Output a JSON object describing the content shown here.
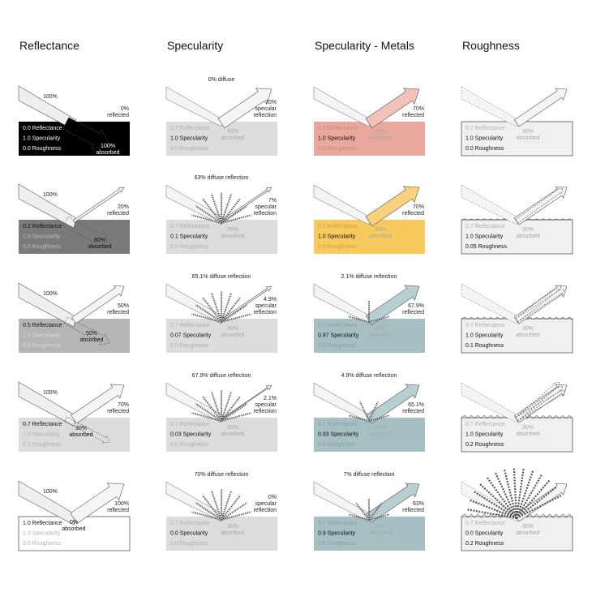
{
  "columns": [
    {
      "title": "Reflectance",
      "panels": [
        {
          "box": "#000000",
          "lines": [
            "0.0 Reflectance",
            "1.0 Specularity",
            "0.0 Roughness"
          ],
          "lineColors": [
            "#ffffff",
            "#ffffff",
            "#ffffff"
          ],
          "incoming": "100%",
          "reflected": [
            "0%",
            "reflected"
          ],
          "absorbed": [
            "100%",
            "absorbed"
          ]
        },
        {
          "box": "#7a7a7a",
          "lines": [
            "0.2 Reflectance",
            "1.0 Specularity",
            "0.0 Roughness"
          ],
          "lineColors": [
            "#111111",
            "#bdbdbd",
            "#bdbdbd"
          ],
          "incoming": "100%",
          "reflected": [
            "20%",
            "reflected"
          ],
          "absorbed": [
            "80%",
            "absorbed"
          ]
        },
        {
          "box": "#b5b5b5",
          "lines": [
            "0.5 Reflectance",
            "1.0 Specularity",
            "0.0 Roughness"
          ],
          "lineColors": [
            "#111111",
            "#d8d8d8",
            "#d8d8d8"
          ],
          "incoming": "100%",
          "reflected": [
            "50%",
            "reflected"
          ],
          "absorbed": [
            "50%",
            "absorbed"
          ]
        },
        {
          "box": "#dcdcdc",
          "lines": [
            "0.7 Reflectance",
            "1.0 Specularity",
            "0.0 Roughness"
          ],
          "lineColors": [
            "#111111",
            "#b0b0b0",
            "#b0b0b0"
          ],
          "incoming": "100%",
          "reflected": [
            "70%",
            "reflected"
          ],
          "absorbed": [
            "30%",
            "absorbed"
          ]
        },
        {
          "box": "#ffffff",
          "lines": [
            "1.0 Reflectance",
            "1.0 Specularity",
            "0.0 Roughness"
          ],
          "lineColors": [
            "#111111",
            "#b0b0b0",
            "#b0b0b0"
          ],
          "incoming": "100%",
          "reflected": [
            "100%",
            "reflected"
          ],
          "absorbed": [
            "0%",
            "absorbed"
          ]
        }
      ]
    },
    {
      "title": "Specularity",
      "panels": [
        {
          "box": "#dcdcdc",
          "lines": [
            "0.7 Reflectance",
            "1.0 Specularity",
            "0.0 Roughness"
          ],
          "lineColors": [
            "#b0b0b0",
            "#111111",
            "#b0b0b0"
          ],
          "top": "0% diffuse",
          "reflected": [
            "70%",
            "specular",
            "reflection"
          ],
          "absorbed": [
            "30%",
            "absorbed"
          ],
          "rays": 0
        },
        {
          "box": "#dcdcdc",
          "lines": [
            "0.7 Reflectance",
            "0.1 Specularity",
            "0.0 Roughness"
          ],
          "lineColors": [
            "#b0b0b0",
            "#111111",
            "#b0b0b0"
          ],
          "top": "63% diffuse reflection",
          "reflected": [
            "7%",
            "specular",
            "reflection"
          ],
          "absorbed": [
            "30%",
            "absorbed"
          ],
          "rays": 9
        },
        {
          "box": "#dcdcdc",
          "lines": [
            "0.7 Reflectance",
            "0.07 Specularity",
            "0.0 Roughness"
          ],
          "lineColors": [
            "#b0b0b0",
            "#111111",
            "#b0b0b0"
          ],
          "top": "65.1% diffuse reflection",
          "reflected": [
            "4.9%",
            "specular",
            "reflection"
          ],
          "absorbed": [
            "30%",
            "absorbed"
          ],
          "rays": 9
        },
        {
          "box": "#dcdcdc",
          "lines": [
            "0.7 Reflectance",
            "0.03 Specularity",
            "0.0 Roughness"
          ],
          "lineColors": [
            "#b0b0b0",
            "#111111",
            "#b0b0b0"
          ],
          "top": "67.9% diffuse reflection",
          "reflected": [
            "2.1%",
            "specular",
            "reflection"
          ],
          "absorbed": [
            "30%",
            "absorbed"
          ],
          "rays": 9
        },
        {
          "box": "#dcdcdc",
          "lines": [
            "0.7 Reflectance",
            "0.0 Specularity",
            "0.0 Roughness"
          ],
          "lineColors": [
            "#b0b0b0",
            "#111111",
            "#b0b0b0"
          ],
          "top": "70% diffuse reflection",
          "reflected": [
            "0%",
            "specular",
            "reflection"
          ],
          "absorbed": [
            "30%",
            "absorbed"
          ],
          "rays": 9
        }
      ]
    },
    {
      "title": "Specularity - Metals",
      "panels": [
        {
          "box": "#eaa79d",
          "lines": [
            "0.7 Reflectance",
            "1.0 Specularity",
            "0.0 Roughness"
          ],
          "lineColors": [
            "#c98a80",
            "#111111",
            "#c98a80"
          ],
          "reflected": [
            "70%",
            "reflected"
          ],
          "absorbed": [
            "30%",
            "absorbed"
          ],
          "arrowFill": "#f2c2ba",
          "rays": 0
        },
        {
          "box": "#f8c95c",
          "lines": [
            "0.7 Reflectance",
            "1.0 Specularity",
            "0.0 Roughness"
          ],
          "lineColors": [
            "#caa246",
            "#111111",
            "#caa246"
          ],
          "reflected": [
            "70%",
            "reflected"
          ],
          "absorbed": [
            "30%",
            "absorbed"
          ],
          "arrowFill": "#f8d27c",
          "rays": 0
        },
        {
          "box": "#a5bfc2",
          "lines": [
            "0.7 Reflectance",
            "0.97 Specularity",
            "0.0 Roughness"
          ],
          "lineColors": [
            "#8aa3a6",
            "#111111",
            "#8aa3a6"
          ],
          "top": "2.1% diffuse reflection",
          "reflected": [
            "67.9%",
            "reflected"
          ],
          "absorbed": [
            "30%",
            "absorbed"
          ],
          "arrowFill": "#b8cfd2",
          "rays": 3
        },
        {
          "box": "#a5bfc2",
          "lines": [
            "0.7 Reflectance",
            "0.93 Specularity",
            "0.0 Roughness"
          ],
          "lineColors": [
            "#8aa3a6",
            "#111111",
            "#8aa3a6"
          ],
          "top": "4.9% diffuse reflection",
          "reflected": [
            "65.1%",
            "reflected"
          ],
          "absorbed": [
            "30%",
            "absorbed"
          ],
          "arrowFill": "#b8cfd2",
          "rays": 4
        },
        {
          "box": "#a5bfc2",
          "lines": [
            "0.7 Reflectance",
            "0.9 Specularity",
            "0.0 Roughness"
          ],
          "lineColors": [
            "#8aa3a6",
            "#111111",
            "#8aa3a6"
          ],
          "top": "7% diffuse reflection",
          "reflected": [
            "63%",
            "reflected"
          ],
          "absorbed": [
            "30%",
            "absorbed"
          ],
          "arrowFill": "#b8cfd2",
          "rays": 5
        }
      ]
    },
    {
      "title": "Roughness",
      "panels": [
        {
          "box": "#f0f0f0",
          "lines": [
            "0.7 Reflectance",
            "1.0 Specularity",
            "0.0 Roughness"
          ],
          "lineColors": [
            "#b0b0b0",
            "#111111",
            "#111111"
          ],
          "absorbed": [
            "30%",
            "absorbed"
          ],
          "rough": 0
        },
        {
          "box": "#f0f0f0",
          "lines": [
            "0.7 Reflectance",
            "1.0 Specularity",
            "0.05 Roughness"
          ],
          "lineColors": [
            "#b0b0b0",
            "#111111",
            "#111111"
          ],
          "absorbed": [
            "30%",
            "absorbed"
          ],
          "rough": 1
        },
        {
          "box": "#f0f0f0",
          "lines": [
            "0.7 Reflectance",
            "1.0 Specularity",
            "0.1 Roughness"
          ],
          "lineColors": [
            "#b0b0b0",
            "#111111",
            "#111111"
          ],
          "absorbed": [
            "30%",
            "absorbed"
          ],
          "rough": 2
        },
        {
          "box": "#f0f0f0",
          "lines": [
            "0.7 Reflectance",
            "1.0 Specularity",
            "0.2 Roughness"
          ],
          "lineColors": [
            "#b0b0b0",
            "#111111",
            "#111111"
          ],
          "absorbed": [
            "30%",
            "absorbed"
          ],
          "rough": 3
        },
        {
          "box": "#f0f0f0",
          "lines": [
            "0.7 Reflectance",
            "0.0 Specularity",
            "0.2 Roughness"
          ],
          "lineColors": [
            "#b0b0b0",
            "#111111",
            "#111111"
          ],
          "absorbed": [
            "30%",
            "absorbed"
          ],
          "rough": 4
        }
      ]
    }
  ]
}
